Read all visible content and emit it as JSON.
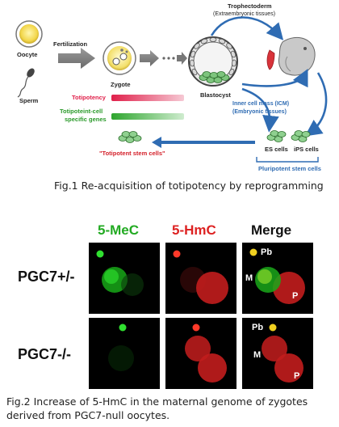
{
  "fig1": {
    "oocyte": "Oocyte",
    "sperm": "Sperm",
    "fertilization": "Fertilization",
    "zygote": "Zygote",
    "blastocyst": "Blastocyst",
    "trophectoderm": "Trophectoderm",
    "extraembryonic": "(Extraembryonic tissues)",
    "icm": "Inner cell mass (ICM)",
    "embryonic": "(Embryonic tissues)",
    "totipotency": "Totipotency",
    "totipotent_genes_1": "Totipoteint-cell",
    "totipotent_genes_2": "specific genes",
    "es_cells": "ES cells",
    "ips_cells": "iPS cells",
    "pluripotent": "Pluripotent stem cells",
    "totipotent_stem": "\"Totipotent stem cells\"",
    "caption": "Fig.1 Re-acquisition of totipotency by reprogramming"
  },
  "fig2": {
    "col_5mec": "5-MeC",
    "col_5hmc": "5-HmC",
    "col_merge": "Merge",
    "row1": "PGC7+/-",
    "row2": "PGC7-/-",
    "pb": "Pb",
    "m": "M",
    "p": "P",
    "caption_1": "Fig.2 Increase of 5-HmC in the maternal genome of zygotes",
    "caption_2": "derived from PGC7-null oocytes."
  },
  "colors": {
    "arrow_blue": "#2f6cb3",
    "totipotency_red": "#e0204a",
    "genes_green": "#2a9a2a",
    "mec_green": "#1fc21f",
    "hmc_red": "#d9201f",
    "header_green": "#22aa22",
    "header_red": "#dd2222",
    "label_blue": "#2f6cb3",
    "totipotent_stem_red": "#d4202a"
  }
}
